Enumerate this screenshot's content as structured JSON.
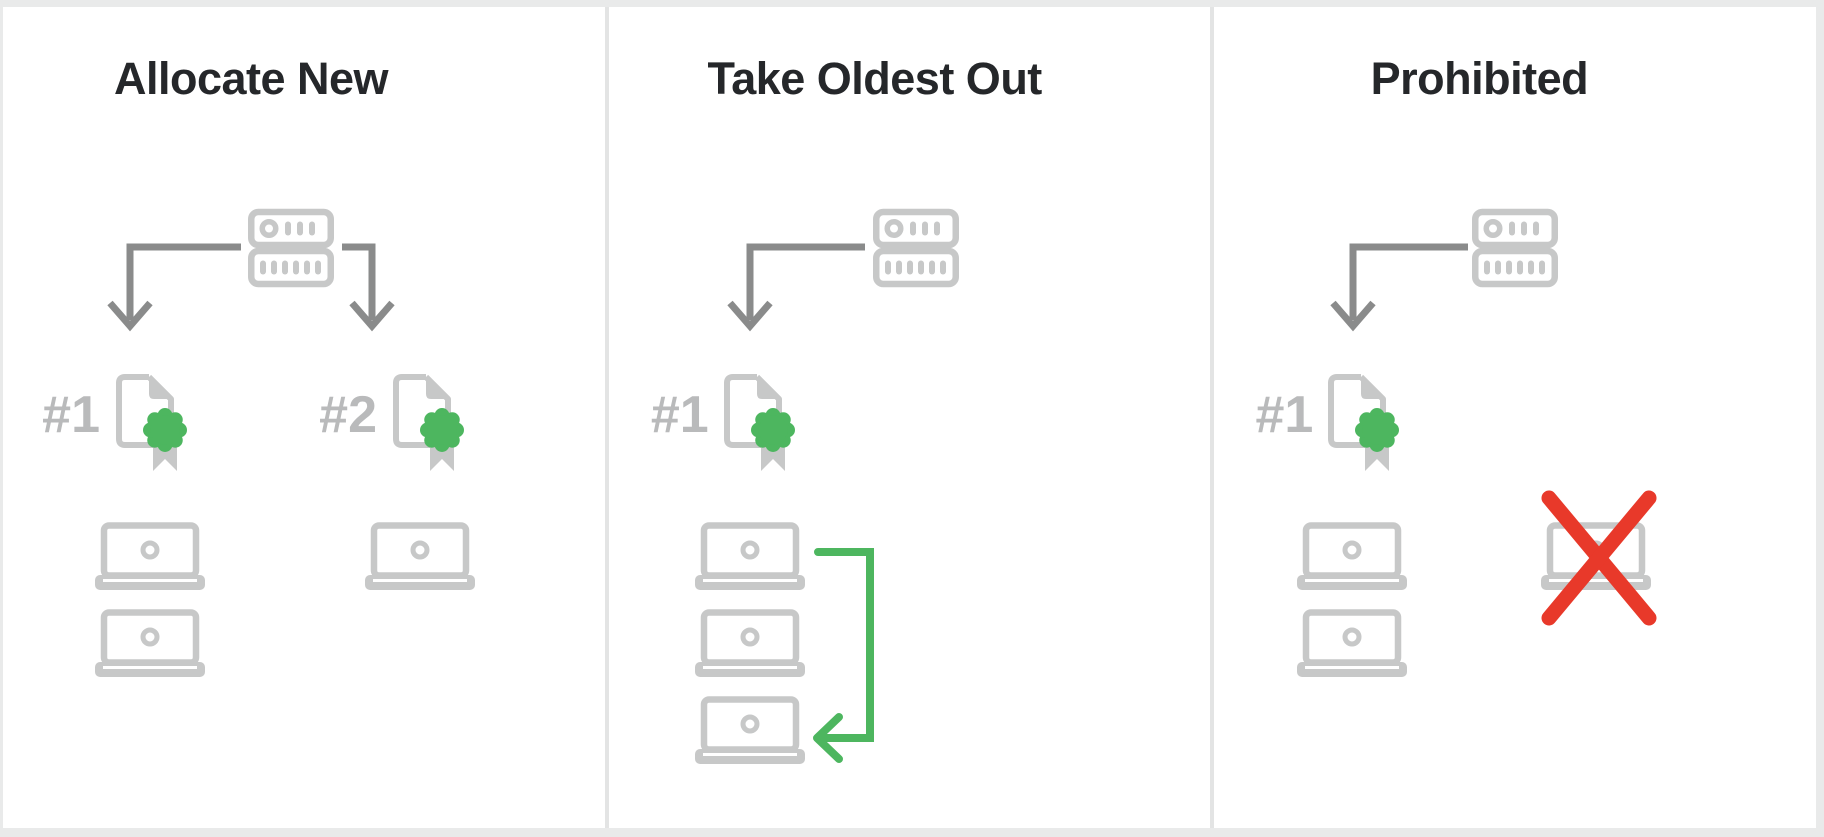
{
  "diagram": {
    "subject": "license-seat-allocation-rules",
    "colors": {
      "background_frame": "#e9eaea",
      "panel_background": "#ffffff",
      "divider": "#e3e4e4",
      "icon_light_gray": "#c7c8c8",
      "label_gray": "#b9babb",
      "arrow_dark_gray": "#8a8b8b",
      "title_text": "#25272a",
      "green_accent": "#4db65f",
      "red_prohibited": "#e8392a"
    }
  },
  "panels": [
    {
      "title": "Allocate New",
      "server_icon": "server-icon",
      "branches": [
        {
          "label": "#1",
          "certificate_icon": "certificate-icon",
          "laptop_count": 2
        },
        {
          "label": "#2",
          "certificate_icon": "certificate-icon",
          "laptop_count": 1
        }
      ]
    },
    {
      "title": "Take Oldest Out",
      "server_icon": "server-icon",
      "branches": [
        {
          "label": "#1",
          "certificate_icon": "certificate-icon",
          "laptop_count": 3
        }
      ],
      "cycle_arrow_icon": "green-cycle-arrow",
      "cycle_arrow_meaning": "seat moves from oldest laptop to newest laptop"
    },
    {
      "title": "Prohibited",
      "server_icon": "server-icon",
      "branches": [
        {
          "label": "#1",
          "certificate_icon": "certificate-icon",
          "laptop_count": 2
        }
      ],
      "crossed_out_icon": "red-x-icon",
      "crossed_out_meaning": "extra laptop not allowed"
    }
  ]
}
